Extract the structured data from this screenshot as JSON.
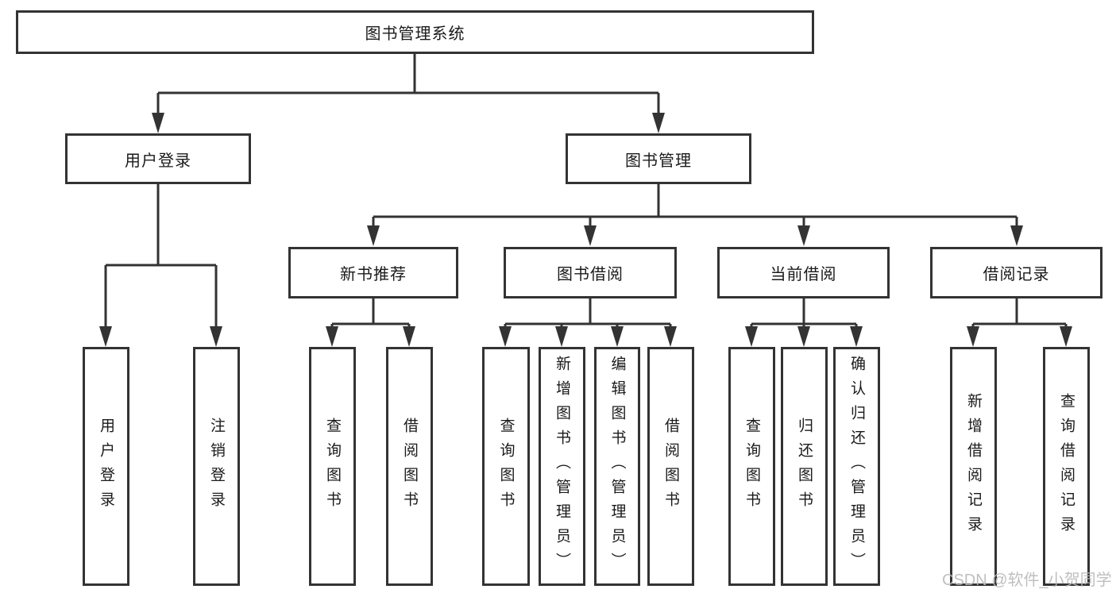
{
  "diagram": {
    "root": {
      "label": "图书管理系统"
    },
    "level2": {
      "user_login": "用户登录",
      "book_management": "图书管理"
    },
    "level3": {
      "new_book_recommend": "新书推荐",
      "book_borrow": "图书借阅",
      "current_borrow": "当前借阅",
      "borrow_records": "借阅记录"
    },
    "leaves": {
      "user_login": "用户登录",
      "logout_login": "注销登录",
      "nb_query_books": "查询图书",
      "nb_borrow_books": "借阅图书",
      "bb_query_books": "查询图书",
      "bb_add_books_admin": "新增图书（管理员）",
      "bb_edit_books_admin": "编辑图书（管理员）",
      "bb_borrow_books": "借阅图书",
      "cb_query_books": "查询图书",
      "cb_return_books": "归还图书",
      "cb_confirm_return_admin": "确认归还（管理员）",
      "br_add_borrow_record": "新增借阅记录",
      "br_query_borrow_record": "查询借阅记录"
    },
    "colors": {
      "line": "#333333",
      "text": "#1a1a1a",
      "watermark": "#b9b9b9"
    }
  },
  "watermark": {
    "text": "CSDN @软件_小贺同学"
  }
}
